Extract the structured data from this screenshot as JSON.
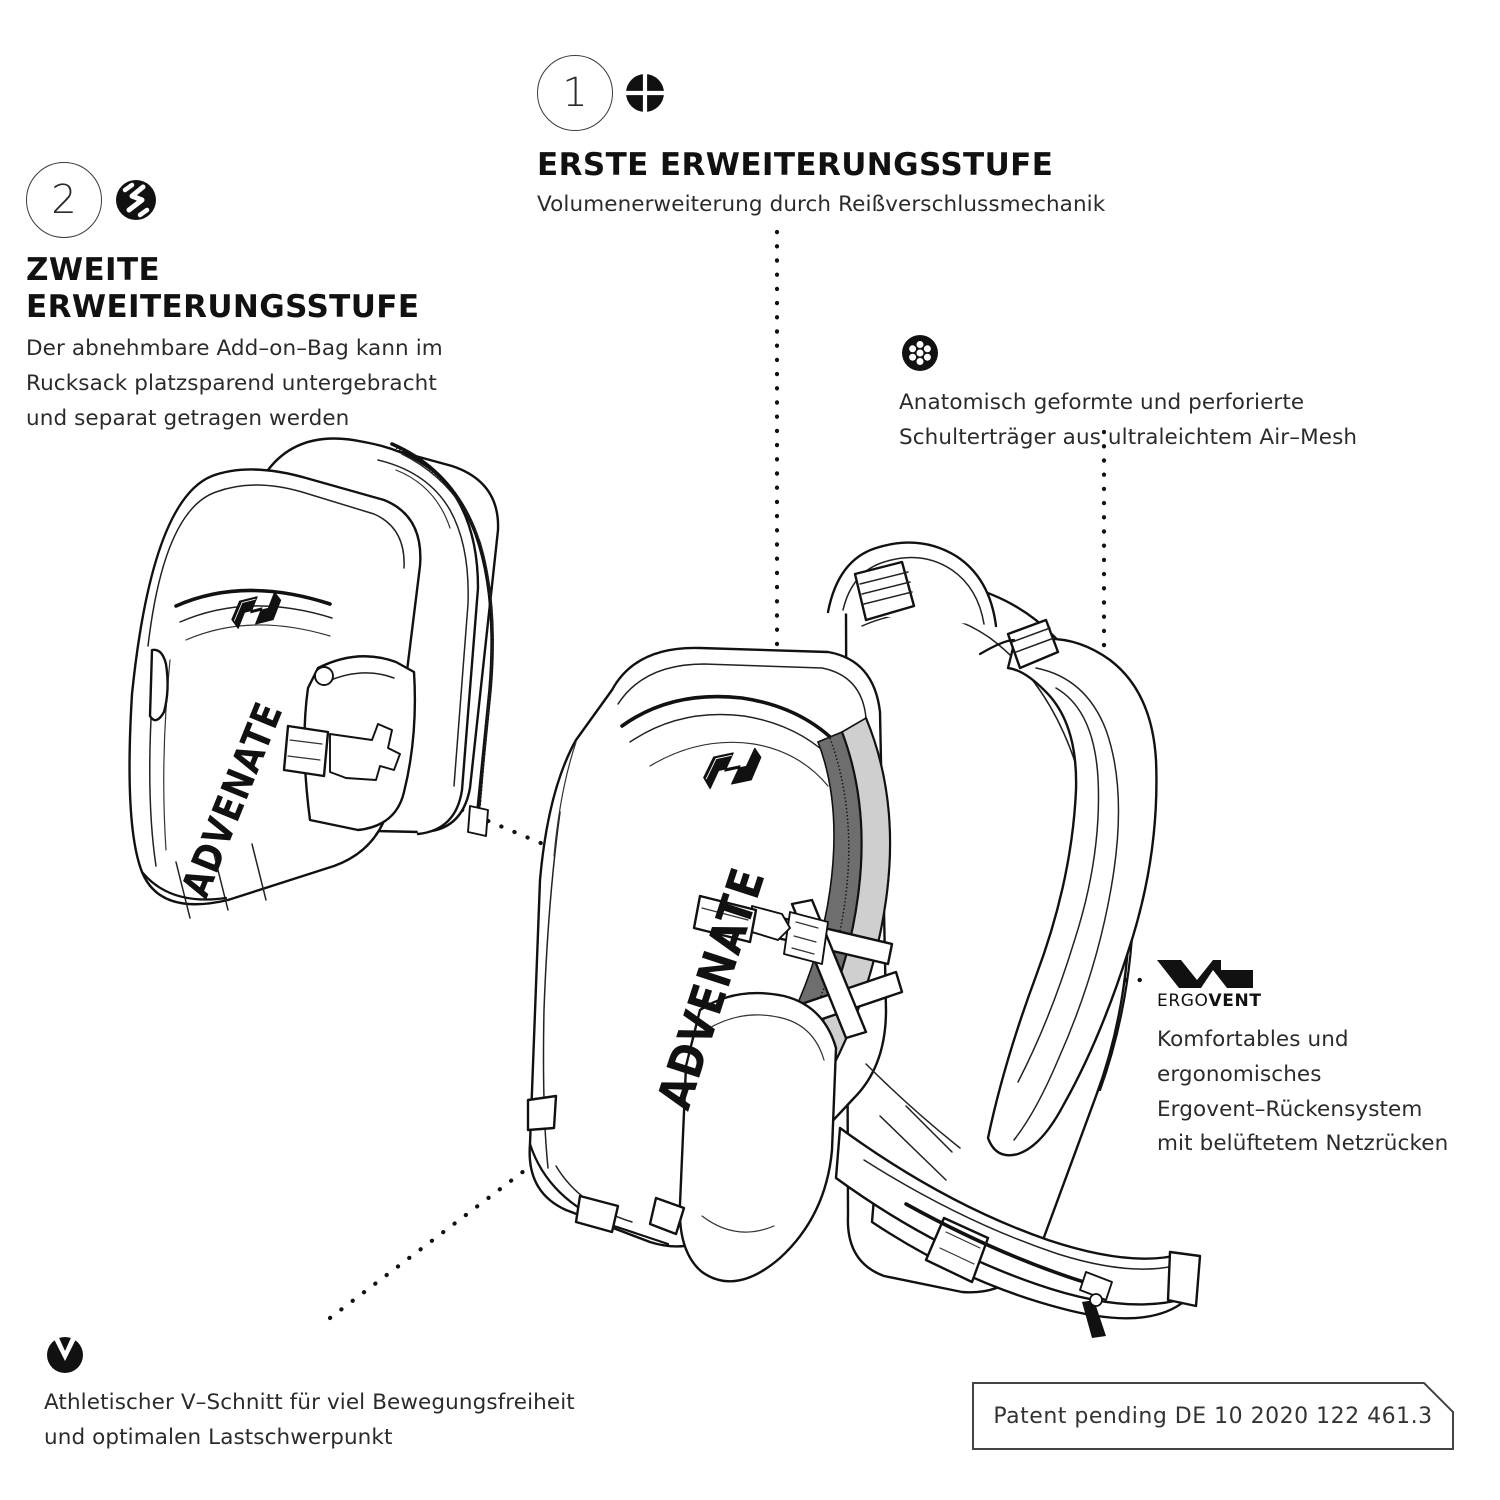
{
  "page": {
    "background": "#ffffff",
    "ink": "#111111",
    "accent_grey": "#8c8c8c"
  },
  "annotations": {
    "stage_one": {
      "number": "1",
      "icon": "expansion-crosshair-icon",
      "title": "ERSTE ERWEITERUNGSSTUFE",
      "subtitle": "Volumenerweiterung durch Reißverschlussmechanik"
    },
    "stage_two": {
      "number": "2",
      "icon": "detachable-zip-icon",
      "title": "ZWEITE\nERWEITERUNGSSTUFE",
      "body": "Der abnehmbare Add–on–Bag kann im\nRucksack platzsparend untergebracht\nund separat getragen werden"
    },
    "shoulder": {
      "icon": "perforation-dots-icon",
      "body": "Anatomisch geformte und perforierte\nSchulterträger aus ultraleichtem Air–Mesh"
    },
    "ergovent": {
      "icon": "ergovent-logo-icon",
      "logo_light": "ERGO",
      "logo_bold": "VENT",
      "body": "Komfortables und ergonomisches\nErgovent–Rückensystem\nmit belüftetem Netzrücken"
    },
    "vcut": {
      "icon": "v-cut-icon",
      "body": "Athletischer V–Schnitt für viel Bewegungsfreiheit\nund optimalen Lastschwerpunkt"
    }
  },
  "patent": {
    "text": "Patent pending DE 10 2020 122 461.3"
  },
  "product": {
    "brand_wordmark": "ADVENATE",
    "brand_monogram": "advenate-monogram-icon",
    "main_pack": "main-backpack-illustration",
    "addon_bag": "addon-bag-illustration"
  }
}
